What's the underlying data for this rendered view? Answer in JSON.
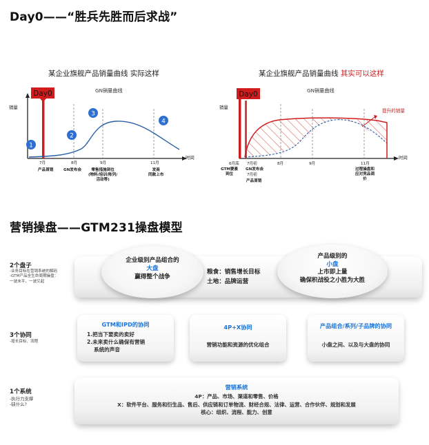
{
  "section1_title": "Day0——“胜兵先胜而后求战”",
  "left_chart": {
    "title": "某企业旗舰产品销量曲线 实际这样",
    "subtitle": "GN销量曲线",
    "ylabel": "销量",
    "xlabel": "时间",
    "day0": "Day0",
    "markers": [
      "1",
      "2",
      "3",
      "4"
    ],
    "months": [
      "7月",
      "8月",
      "9月",
      "11月"
    ],
    "events": [
      "产品首销",
      "GN发布会",
      "零售措施到位\n(物料/培训/陈列/\n活动等)",
      "发商\n同款上市"
    ]
  },
  "right_chart": {
    "title_prefix": "某企业旗舰产品销量曲线 ",
    "title_red": "其实可以这样",
    "subtitle": "GN销量曲线",
    "ylabel": "销量",
    "xlabel": "时间",
    "day0": "Day0",
    "boost_label": "提升的销量",
    "months": [
      "6月底",
      "7月初",
      "8月",
      "9月",
      "11月"
    ],
    "events": [
      "GTM要素\n到位",
      "7月初",
      "GN发布会",
      "7月初",
      "产品首销",
      "过程操盘和\n应对竞品调\n价"
    ]
  },
  "section2_title": "营销操盘——GTM231操盘模型",
  "row1": {
    "label": "2个盘子",
    "sub": "-业务目标在营销系统的解码\n-GTM产品全生命周期操盘：\n一波未平，一波又起",
    "oval_left": {
      "line1": "企业级别产品组合的",
      "highlight": "大盘",
      "line3": "赢得整个战争"
    },
    "center": {
      "line1": "粮食：销售增长目标",
      "line2": "土地：品牌运营"
    },
    "oval_right": {
      "line1": "产品级别的",
      "highlight": "小盘",
      "line3": "上市即上量",
      "line4": "确保积战役之小胜为大胜"
    }
  },
  "row2": {
    "label": "3个协同",
    "sub": "-增长目标、流程",
    "cards": [
      {
        "title": "GTM和IPD的协同",
        "lines": [
          "1.把当下要卖的卖好",
          "2.未来卖什么确保有营销",
          "系统的声音"
        ]
      },
      {
        "title": "4P+X协同",
        "lines": [
          "营销功能和资源的优化组合"
        ]
      },
      {
        "title": "产品组合/系列/子品牌的协同",
        "lines": [
          "小盘之间、以及与大盘的协同"
        ]
      }
    ]
  },
  "row3": {
    "label": "1个系统",
    "sub": "-执行力支撑\n-缺什么?",
    "title": "营销系统",
    "lines": [
      "4P：产品、市场、渠道和零售、价格",
      "X：软件平台、服务和衍生品、售后、供应链和订单物流、财经合规、法律、运营、合作伙伴、规划和发展",
      "核心：组织、流程、能力、创意"
    ]
  },
  "colors": {
    "red": "#d01c1c",
    "blue": "#1a73d9",
    "curve_blue": "#2a5fa8",
    "marker_blue": "#2f6fd0"
  }
}
